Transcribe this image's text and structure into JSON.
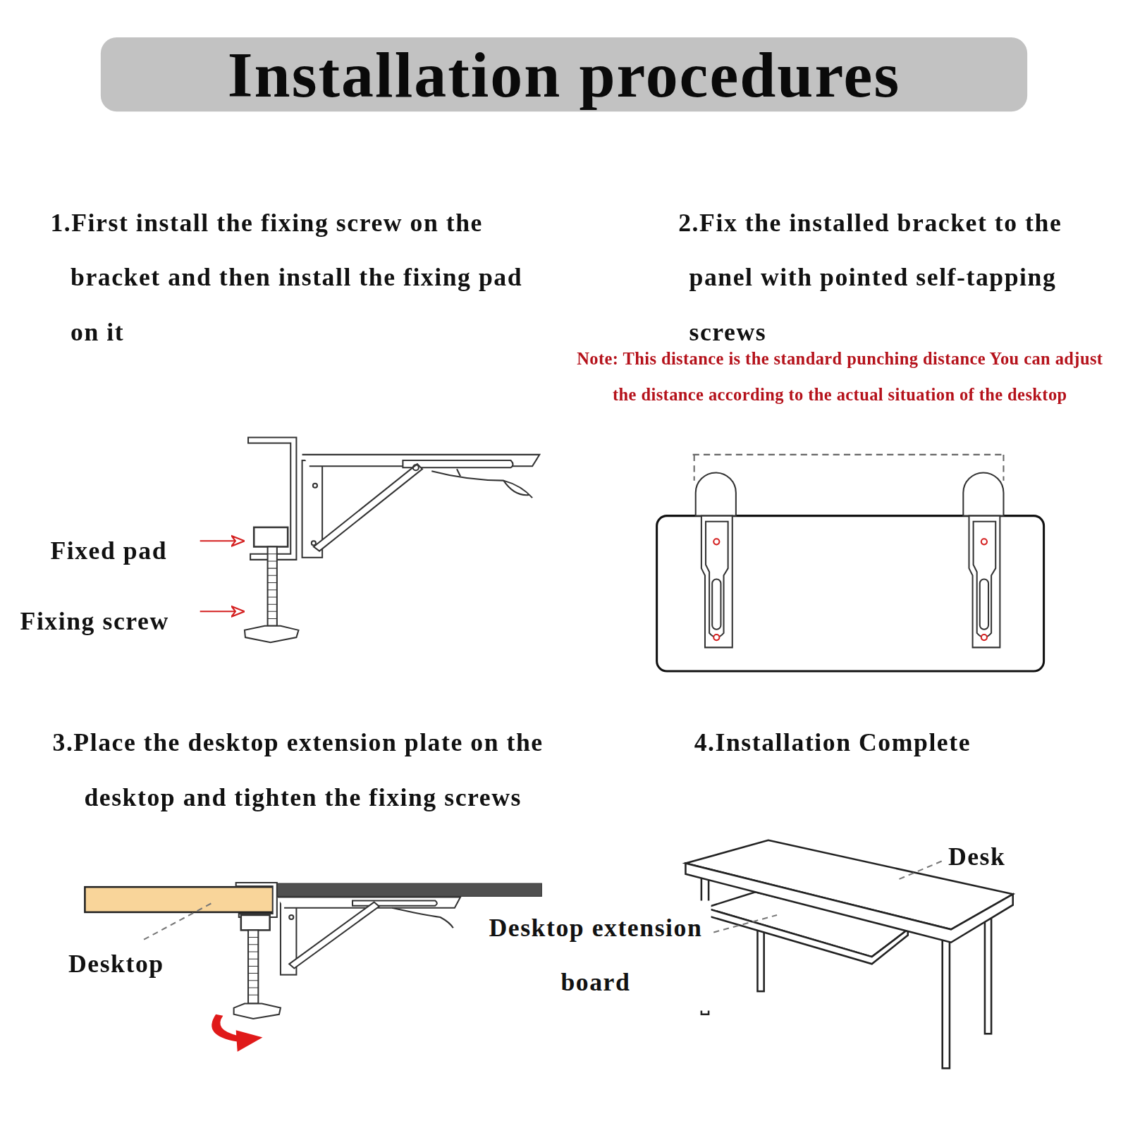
{
  "diagram": {
    "title": "Installation procedures",
    "labels": [
      "1.First install the fixing screw on the bracket and then install the fixing pad on it",
      "2.Fix the installed bracket to the panel with pointed self-tapping screws",
      "Note: This distance is the standard punching distance You can adjust the distance according to the actual situation of the desktop",
      "Fixed pad",
      "Fixing screw",
      "3.Place the desktop extension plate on the desktop and tighten the fixing screws",
      "Desktop",
      "Desktop extension board",
      "4.Installation Complete",
      "Desk"
    ]
  }
}
